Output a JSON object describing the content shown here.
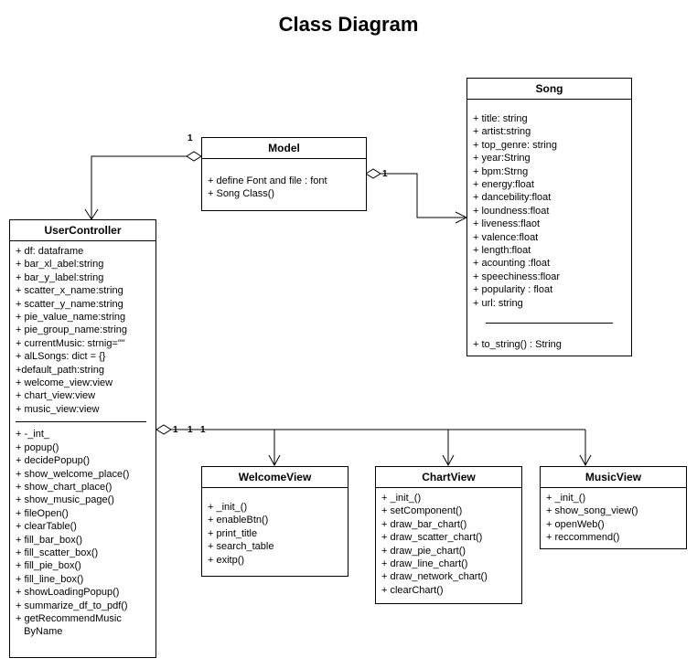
{
  "title": "Class Diagram",
  "classes": {
    "model": {
      "name": "Model",
      "attributes": [],
      "methods": [
        "+ define Font and file : font",
        "+ Song Class()"
      ]
    },
    "song": {
      "name": "Song",
      "attributes": [
        "+ title: string",
        "+ artist:string",
        "+ top_genre: string",
        "+ year:String",
        "+ bpm:Strng",
        "+ energy:float",
        "+ dancebility:float",
        "+ loundness:float",
        "+ liveness:flaot",
        "+ valence:float",
        "+ length:float",
        "+ acounting :float",
        "+ speechiness:floar",
        "+ popularity : float",
        "+ url: string"
      ],
      "methods": [
        "+ to_string() : String"
      ]
    },
    "user_controller": {
      "name": "UserController",
      "attributes": [
        "+ df: dataframe",
        "+ bar_xl_abel:string",
        "+ bar_y_label:string",
        "+ scatter_x_name:string",
        "+ scatter_y_name:string",
        "+ pie_value_name:string",
        "+ pie_group_name:string",
        "+ currentMusic: strnig=\"\"",
        "+ alLSongs: dict = {}",
        "+default_path:string",
        "+ welcome_view:view",
        "+ chart_view:view",
        "+ music_view:view"
      ],
      "methods": [
        "+ -_int_",
        "+ popup()",
        "+ decidePopup()",
        "+ show_welcome_place()",
        "+ show_chart_place()",
        "+ show_music_page()",
        "+ fileOpen()",
        "+ clearTable()",
        "+ fill_bar_box()",
        "+ fill_scatter_box()",
        "+ fill_pie_box()",
        "+ fill_line_box()",
        "+ showLoadingPopup()",
        "+ summarize_df_to_pdf()",
        "+ getRecommendMusic",
        "   ByName"
      ]
    },
    "welcome_view": {
      "name": "WelcomeView",
      "attributes": [],
      "methods": [
        "+ _init_()",
        "+ enableBtn()",
        "+ print_title",
        "+ search_table",
        "+ exitp()"
      ]
    },
    "chart_view": {
      "name": "ChartView",
      "attributes": [],
      "methods": [
        "+ _init_()",
        "+ setComponent()",
        "+ draw_bar_chart()",
        "+ draw_scatter_chart()",
        "+ draw_pie_chart()",
        "+ draw_line_chart()",
        "+ draw_network_chart()",
        "+ clearChart()"
      ]
    },
    "music_view": {
      "name": "MusicView",
      "attributes": [],
      "methods": [
        "+ _init_()",
        "+ show_song_view()",
        "+ openWeb()",
        "+ reccommend()"
      ]
    }
  },
  "multiplicities": {
    "model_user": "1",
    "model_song": "1",
    "uc_welcome": "1",
    "uc_chart": "1",
    "uc_music": "1"
  }
}
